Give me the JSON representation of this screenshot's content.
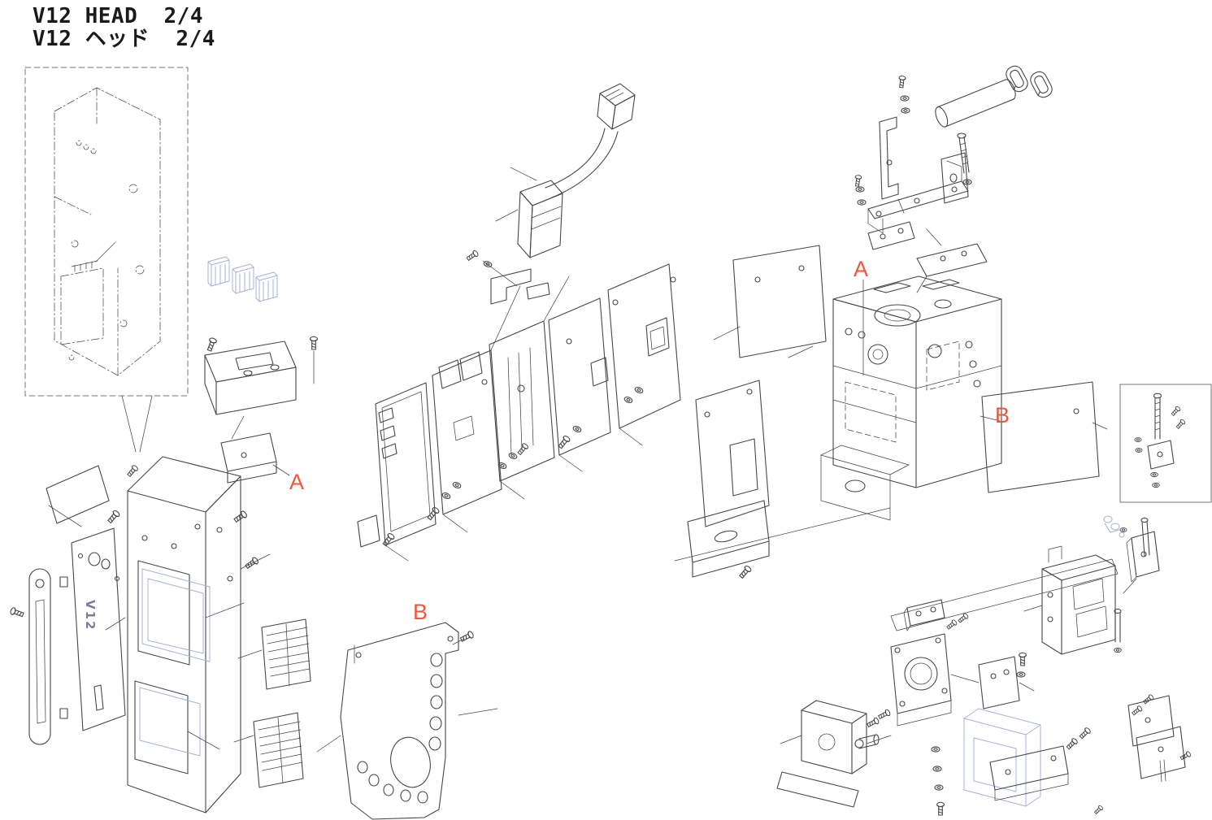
{
  "page": {
    "title_line1": "V12 HEAD  2/4",
    "title_line2": "V12 ヘッド  2/4"
  },
  "callouts": {
    "a": "A",
    "b": "B"
  },
  "parts": {
    "v12_logo": "V12"
  },
  "colors": {
    "line": "#474747",
    "blue_part": "#a8b0d8",
    "callout": "#f0563c",
    "title_text": "#1a1a1a",
    "logo_text": "#7a7f96",
    "background": "#ffffff"
  }
}
